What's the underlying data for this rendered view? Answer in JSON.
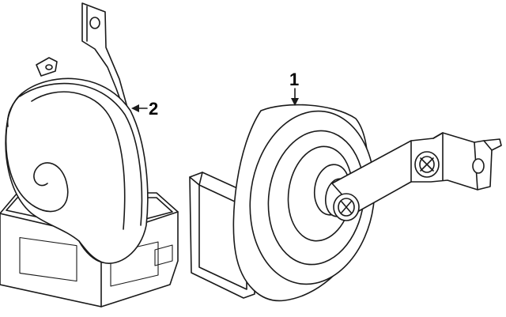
{
  "callouts": [
    {
      "label": "1",
      "part": "horn-high-pitch"
    },
    {
      "label": "2",
      "part": "horn-low-pitch"
    }
  ],
  "colors": {
    "line": "#1a1a1a",
    "background": "#ffffff"
  }
}
